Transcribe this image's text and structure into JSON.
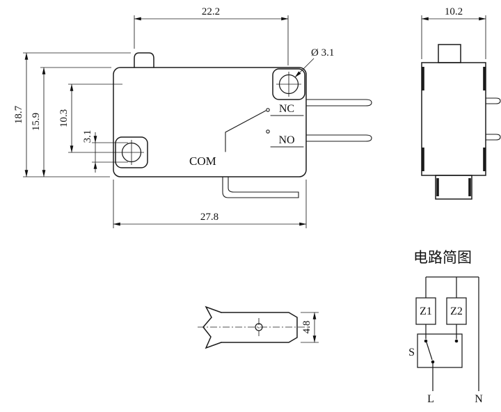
{
  "front_view": {
    "dim_top_width": "22.2",
    "dim_bottom_width": "27.8",
    "dim_total_height": "18.7",
    "dim_body_height": "15.9",
    "dim_hole_spacing": "10.3",
    "dim_hole_height": "3.1",
    "hole_diameter": "Ø 3.1",
    "label_nc": "NC",
    "label_no": "NO",
    "label_com": "COM"
  },
  "side_view": {
    "dim_width": "10.2"
  },
  "terminal_detail": {
    "dim_width": "4.8"
  },
  "circuit": {
    "title": "电路简图",
    "component_z1": "Z1",
    "component_z2": "Z2",
    "switch_label": "S",
    "live_label": "L",
    "neutral_label": "N"
  },
  "colors": {
    "line": "#1a1a1a",
    "background": "#ffffff"
  }
}
